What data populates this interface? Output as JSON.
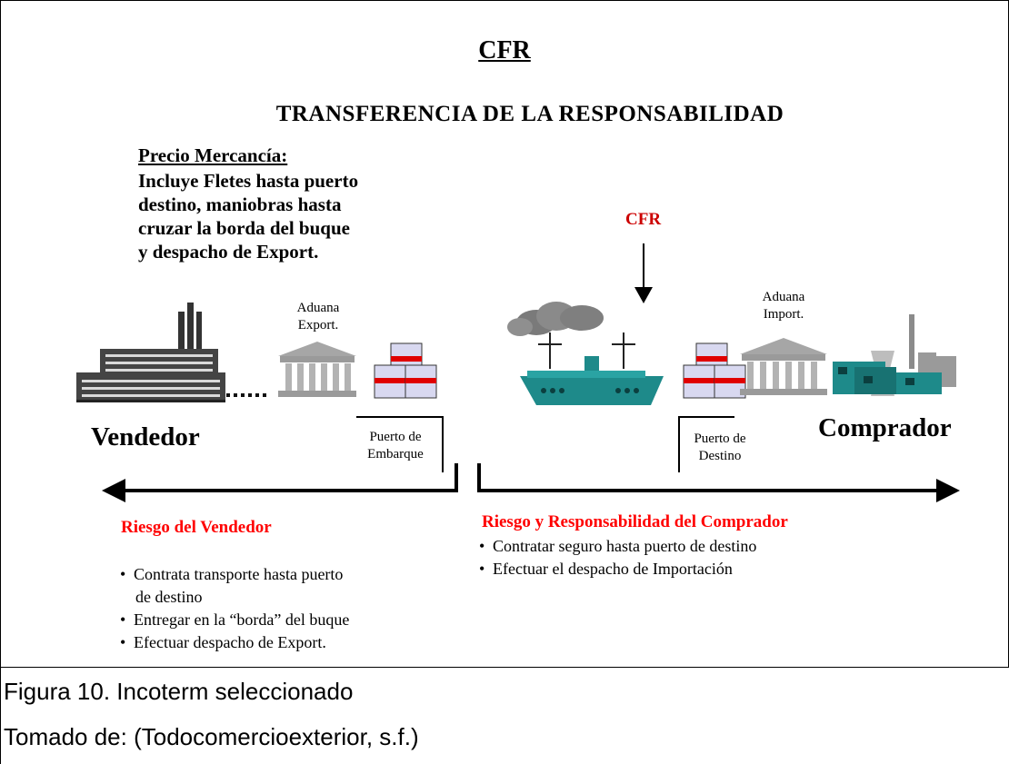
{
  "title": "CFR",
  "subtitle": "TRANSFERENCIA DE LA RESPONSABILIDAD",
  "price": {
    "heading": "Precio Mercancía:",
    "lines": [
      "Incluye Fletes hasta puerto",
      "destino,  maniobras hasta",
      "cruzar  la  borda  del buque",
      "y despacho de Export."
    ]
  },
  "transfer_point": "CFR",
  "customs_export": [
    "Aduana",
    "Export."
  ],
  "customs_import": [
    "Aduana",
    "Import."
  ],
  "port_departure": [
    "Puerto de",
    "Embarque"
  ],
  "port_destination": [
    "Puerto de",
    "Destino"
  ],
  "seller": "Vendedor",
  "buyer": "Comprador",
  "seller_risk": {
    "title": "Riesgo del Vendedor",
    "items": [
      "Contrata transporte hasta puerto",
      "de destino",
      "Entregar en la “borda” del buque",
      "Efectuar despacho de Export."
    ]
  },
  "buyer_risk": {
    "title": "Riesgo y Responsabilidad del Comprador",
    "items": [
      "Contratar seguro hasta puerto de destino",
      "Efectuar el despacho de Importación"
    ]
  },
  "caption": "Figura 10. Incoterm seleccionado",
  "source": "Tomado de: (Todocomercioexterior, s.f.)",
  "colors": {
    "accent_red": "#ff0000",
    "ship_teal": "#1e8a8a",
    "building_gray": "#a9a9a9"
  },
  "icons": [
    "factory-icon",
    "customs-building-icon",
    "cargo-crates-icon",
    "ship-icon",
    "power-plant-icon",
    "arrow-down-icon"
  ]
}
